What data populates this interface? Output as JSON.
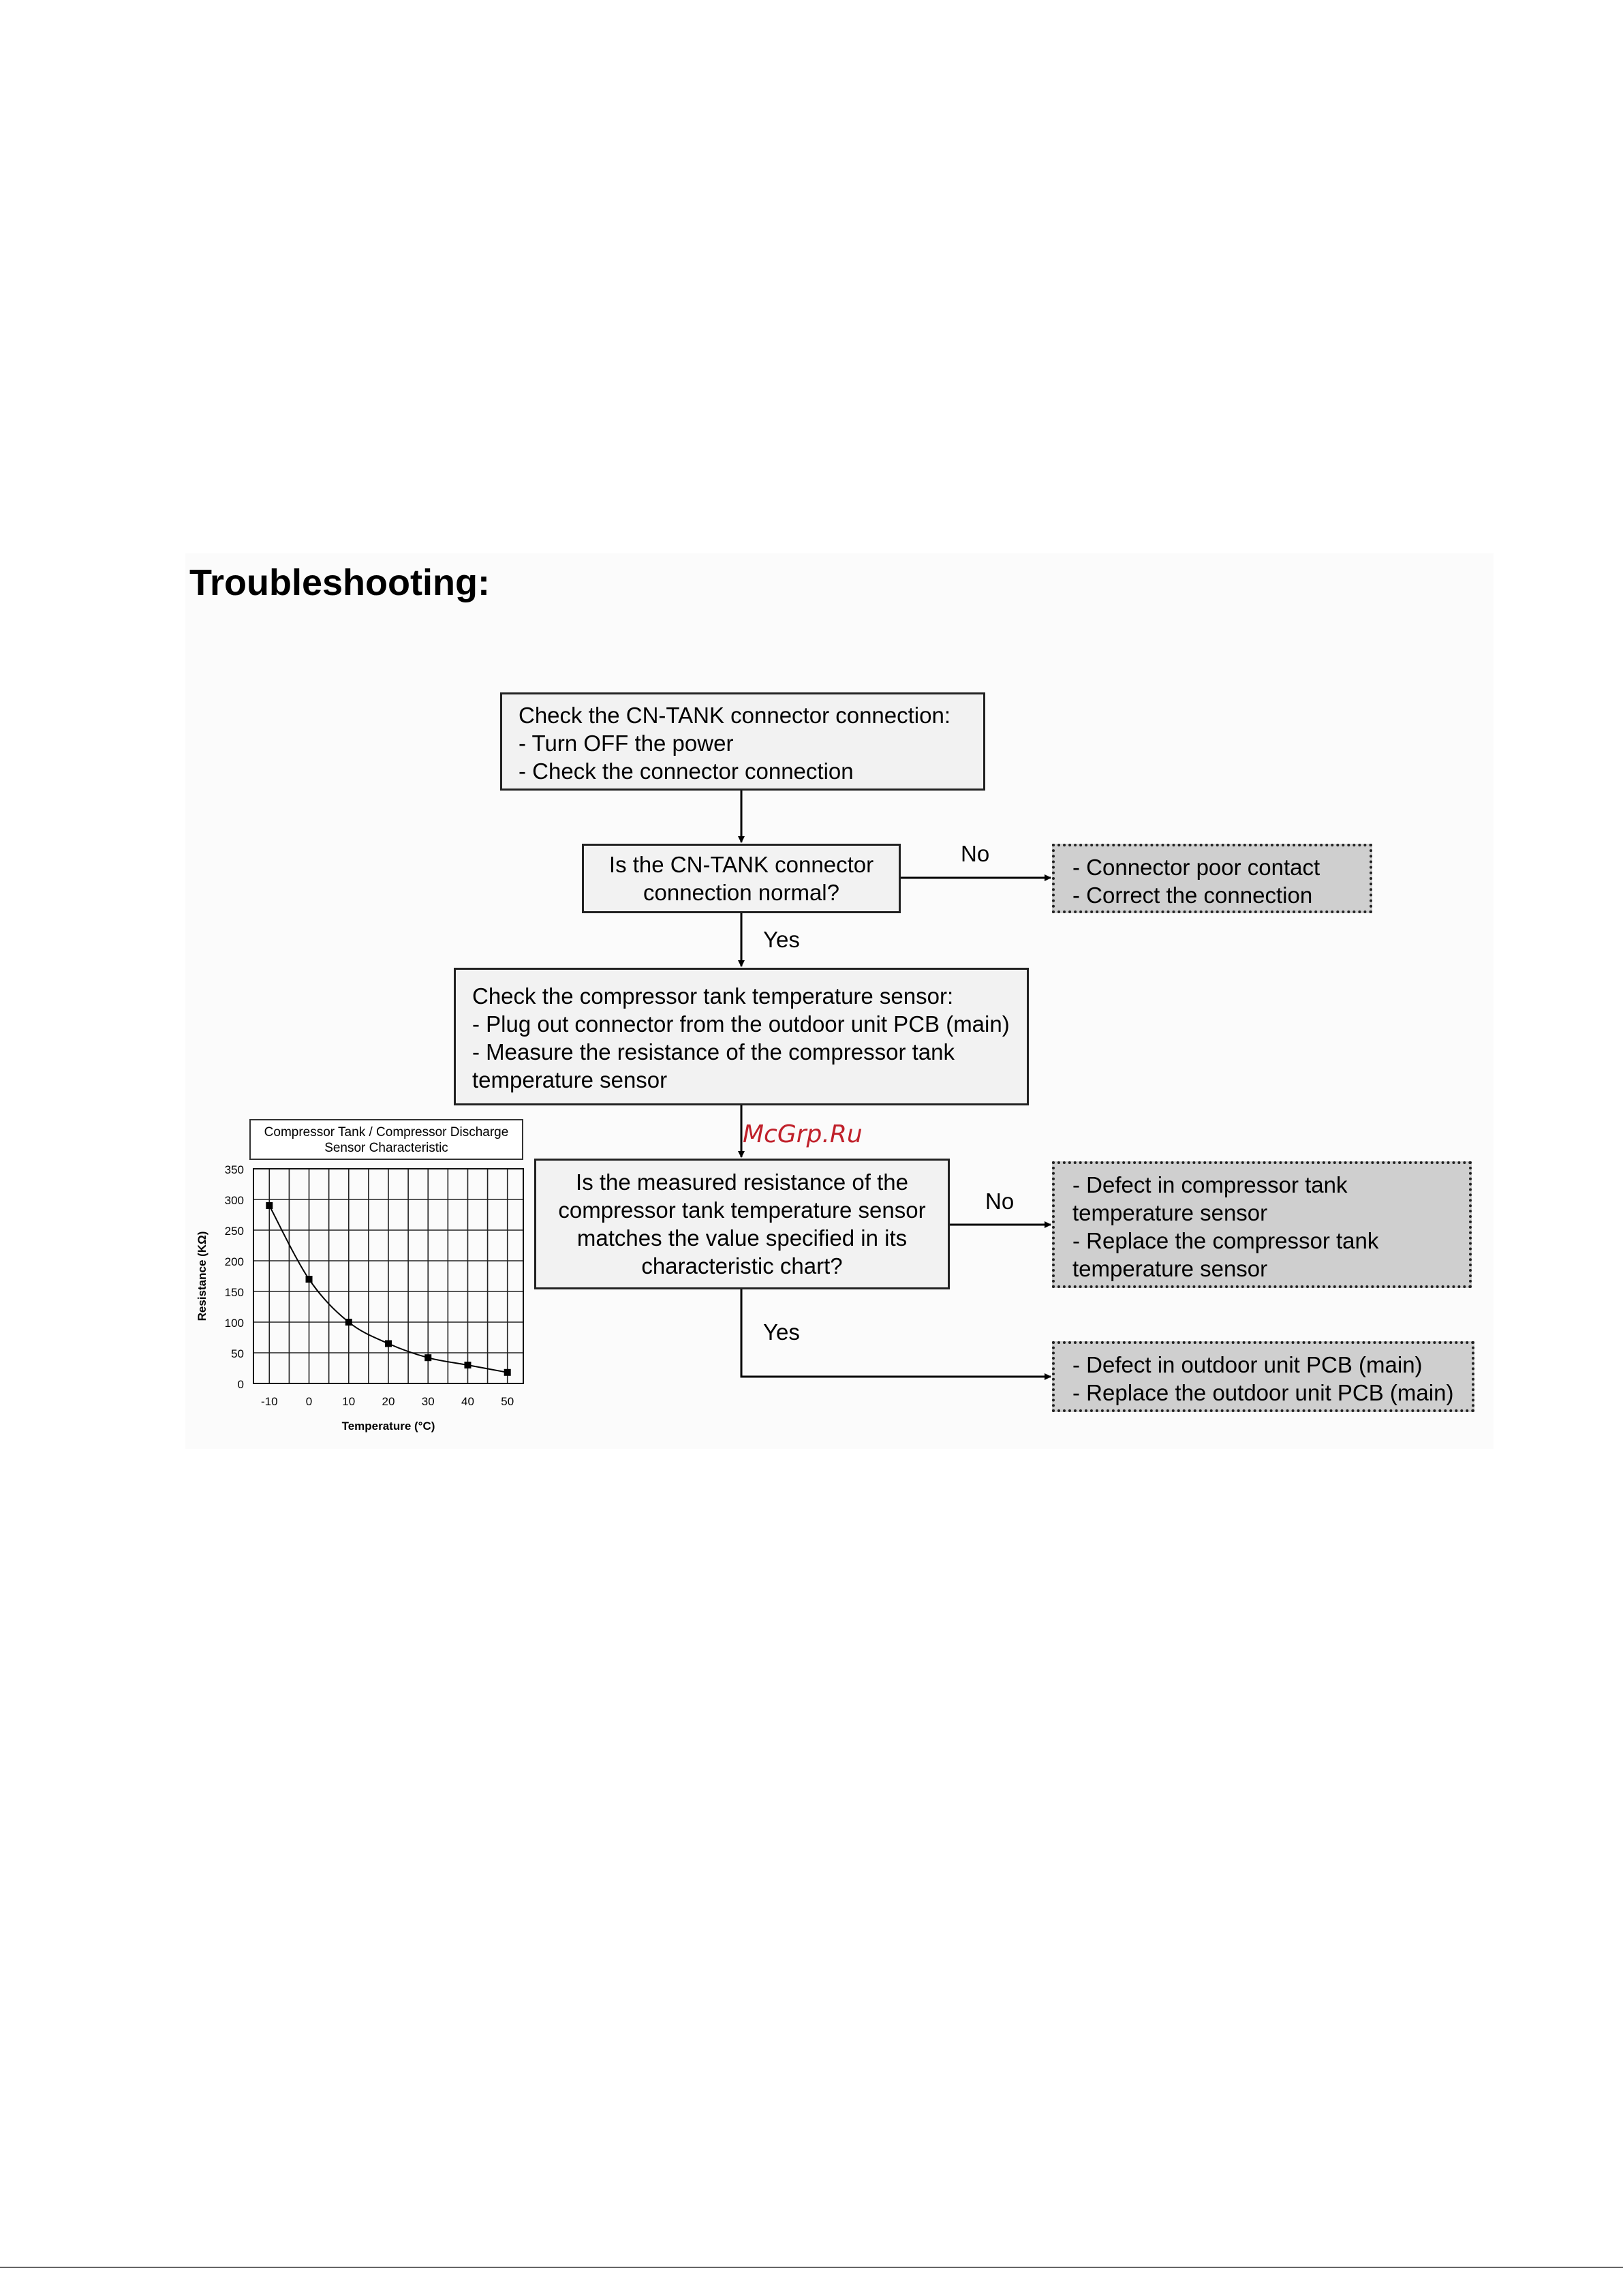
{
  "title": "Troubleshooting:",
  "watermark": "McGrp.Ru",
  "flow": {
    "step1": [
      "Check the CN-TANK connector connection:",
      "- Turn OFF the power",
      "- Check the connector connection"
    ],
    "decision1": [
      "Is the CN-TANK connector",
      "connection normal?"
    ],
    "result1": [
      "- Connector poor contact",
      "- Correct the connection"
    ],
    "step2": [
      "Check the compressor tank temperature sensor:",
      "- Plug out connector from the outdoor unit PCB (main)",
      "- Measure the resistance of the compressor tank",
      "temperature sensor"
    ],
    "decision2": [
      "Is the measured resistance of the",
      "compressor tank temperature sensor",
      "matches the value specified in its",
      "characteristic chart?"
    ],
    "result2": [
      "- Defect in compressor tank",
      "temperature sensor",
      "- Replace the compressor tank",
      "temperature sensor"
    ],
    "result3": [
      "- Defect in outdoor unit PCB (main)",
      "- Replace the outdoor unit PCB (main)"
    ],
    "labels": {
      "no1": "No",
      "yes1": "Yes",
      "no2": "No",
      "yes2": "Yes"
    }
  },
  "colors": {
    "result_fill": "#cfcfcf",
    "box_fill": "#f2f2f2"
  },
  "chart_data": {
    "type": "line",
    "title": "Compressor Tank / Compressor Discharge Sensor Characteristic",
    "title_lines": [
      "Compressor Tank / Compressor Discharge",
      "Sensor Characteristic"
    ],
    "xlabel": "Temperature (°C)",
    "ylabel": "Resistance (KΩ)",
    "x": [
      -10,
      0,
      10,
      20,
      30,
      40,
      50
    ],
    "y": [
      290,
      170,
      100,
      65,
      42,
      30,
      18
    ],
    "xlim": [
      -14,
      54
    ],
    "ylim": [
      0,
      350
    ],
    "xticks": [
      "-10",
      "0",
      "10",
      "20",
      "30",
      "40",
      "50"
    ],
    "yticks": [
      "0",
      "50",
      "100",
      "150",
      "200",
      "250",
      "300",
      "350"
    ],
    "grid": true
  }
}
